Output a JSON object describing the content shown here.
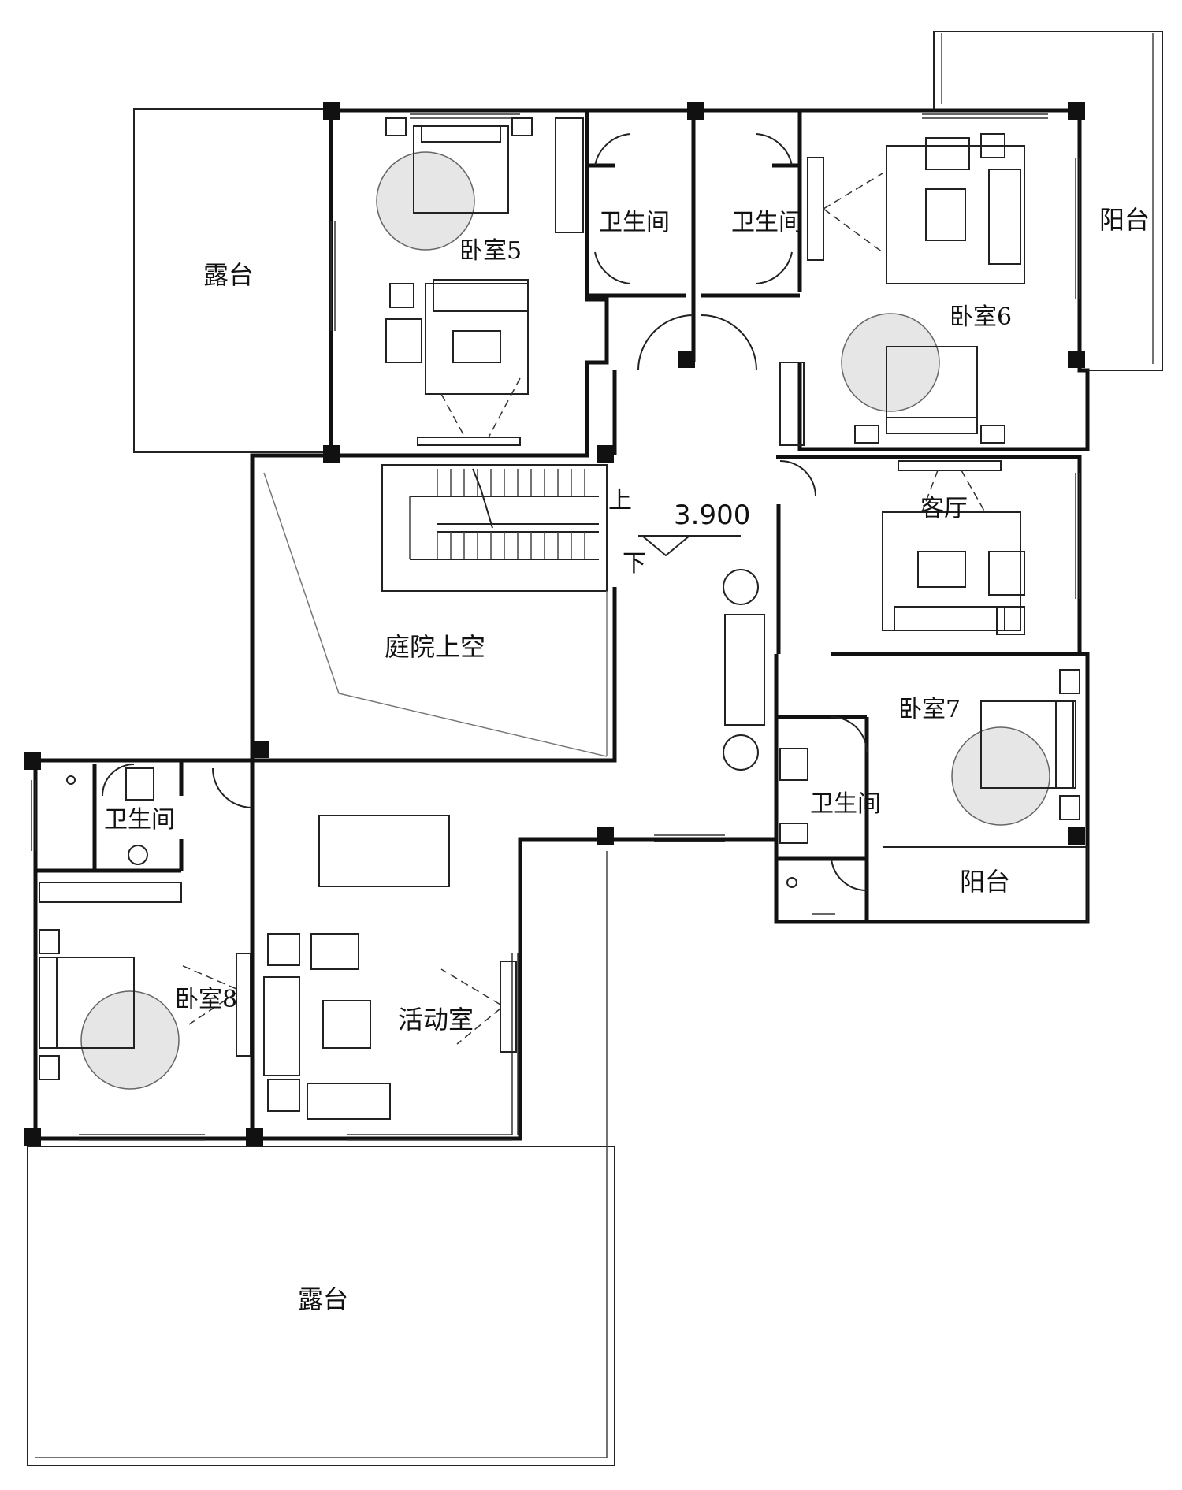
{
  "rooms": {
    "terrace_top": "露台",
    "bedroom5": "卧室5",
    "bath_a": "卫生间",
    "bath_b": "卫生间",
    "bedroom6": "卧室6",
    "balcony_top": "阳台",
    "living": "客厅",
    "courtyard_void": "庭院上空",
    "bedroom7": "卧室7",
    "bath_c": "卫生间",
    "balcony_mid": "阳台",
    "bath_d": "卫生间",
    "bedroom8": "卧室8",
    "activity": "活动室",
    "terrace_bottom": "露台"
  },
  "stairs": {
    "up": "上",
    "down": "下"
  },
  "elevation": "3.900",
  "colors": {
    "wall": "#111111",
    "background": "#ffffff",
    "rug": "#e6e6e6"
  }
}
